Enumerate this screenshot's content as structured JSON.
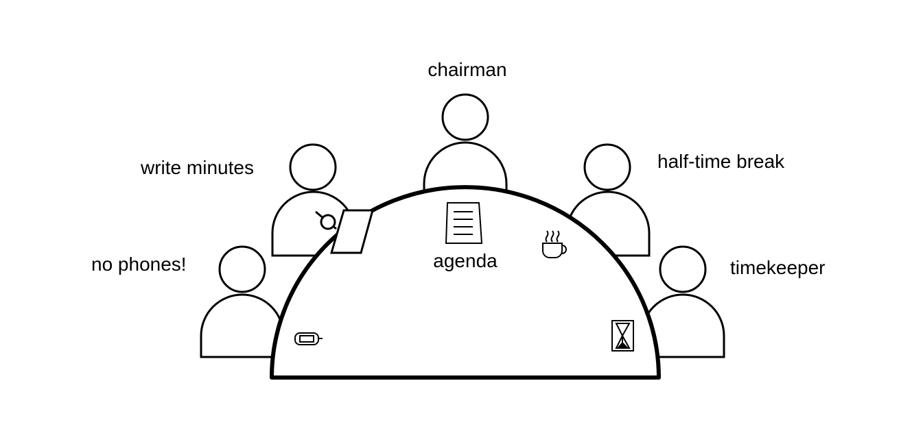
{
  "diagram": {
    "labels": {
      "chairman": "chairman",
      "write_minutes": "write minutes",
      "half_time_break": "half-time break",
      "no_phones": "no phones!",
      "timekeeper": "timekeeper",
      "agenda": "agenda"
    },
    "icons": [
      "agenda-document-icon",
      "notepad-icon",
      "pen-icon",
      "coffee-cup-icon",
      "phone-icon",
      "hourglass-icon"
    ],
    "colors": {
      "stroke": "#000000",
      "fill": "#ffffff",
      "background": "#ffffff"
    }
  }
}
